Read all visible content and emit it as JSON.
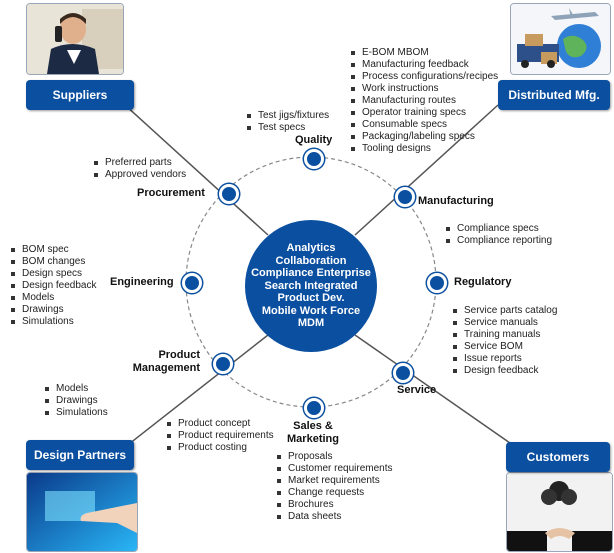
{
  "center": {
    "lines": [
      "Analytics",
      "Collaboration",
      "Compliance Enterprise",
      "Search Integrated",
      "Product Dev.",
      "Mobile Work Force",
      "MDM"
    ]
  },
  "corners": {
    "suppliers": "Suppliers",
    "distributed": "Distributed Mfg.",
    "design_partners": "Design Partners",
    "customers": "Customers"
  },
  "nodes": {
    "quality": "Quality",
    "manufacturing": "Manufacturing",
    "regulatory": "Regulatory",
    "service": "Service",
    "sales": "Sales &\nMarketing",
    "product_mgmt": "Product\nManagement",
    "engineering": "Engineering",
    "procurement": "Procurement"
  },
  "lists": {
    "quality": [
      "Test jigs/fixtures",
      "Test specs"
    ],
    "manufacturing": [
      "E-BOM MBOM",
      "Manufacturing feedback",
      "Process configurations/recipes",
      "Work instructions",
      "Manufacturing routes",
      "Operator training specs",
      "Consumable specs",
      "Packaging/labeling specs",
      "Tooling designs"
    ],
    "regulatory": [
      "Compliance specs",
      "Compliance reporting"
    ],
    "service": [
      "Service parts catalog",
      "Service manuals",
      "Training manuals",
      "Service BOM",
      "Issue reports",
      "Design feedback"
    ],
    "sales": [
      "Proposals",
      "Customer requirements",
      "Market requirements",
      "Change requests",
      "Brochures",
      "Data sheets"
    ],
    "product_mgmt": [
      "Product concept",
      "Product requirements",
      "Product costing"
    ],
    "design_partners": [
      "Models",
      "Drawings",
      "Simulations"
    ],
    "engineering": [
      "BOM spec",
      "BOM changes",
      "Design specs",
      "Design feedback",
      "Models",
      "Drawings",
      "Simulations"
    ],
    "procurement": [
      "Preferred parts",
      "Approved vendors"
    ]
  }
}
